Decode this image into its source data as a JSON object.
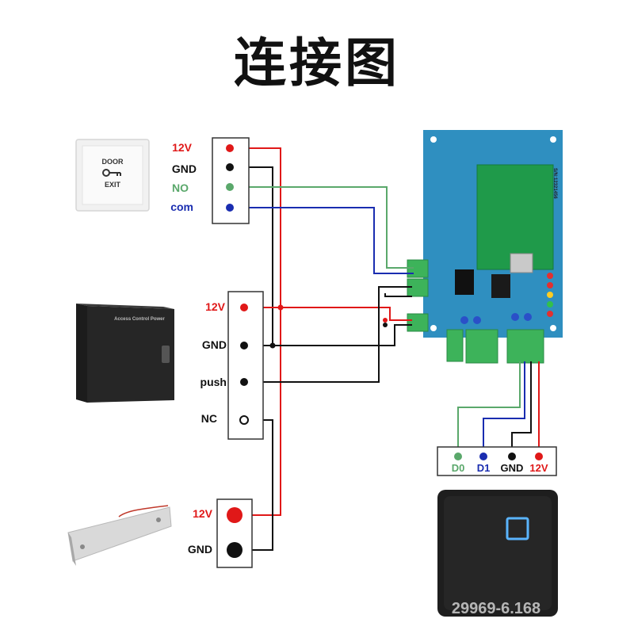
{
  "title": "连接图",
  "colors": {
    "power": "#e01818",
    "ground": "#111111",
    "signal_no": "#5aa86b",
    "signal_com": "#1a2db0",
    "data_d0": "#5aa86b",
    "data_d1": "#1a2db0",
    "board": "#2f8fc0",
    "module": "#1f9a4a",
    "terminal": "#3db35a"
  },
  "exit_button": {
    "line1": "DOOR",
    "line2": "EXIT",
    "pins": [
      "12V",
      "GND",
      "NO",
      "com"
    ]
  },
  "power_supply": {
    "label": "Access Control Power",
    "pins": [
      "12V",
      "GND",
      "push",
      "NC"
    ]
  },
  "lock": {
    "pins": [
      "12V",
      "GND"
    ]
  },
  "reader": {
    "pins": [
      "D0",
      "D1",
      "GND",
      "12V"
    ],
    "watermark": "29969-6.168"
  },
  "controller": {
    "serial": "S/N:12321456"
  }
}
